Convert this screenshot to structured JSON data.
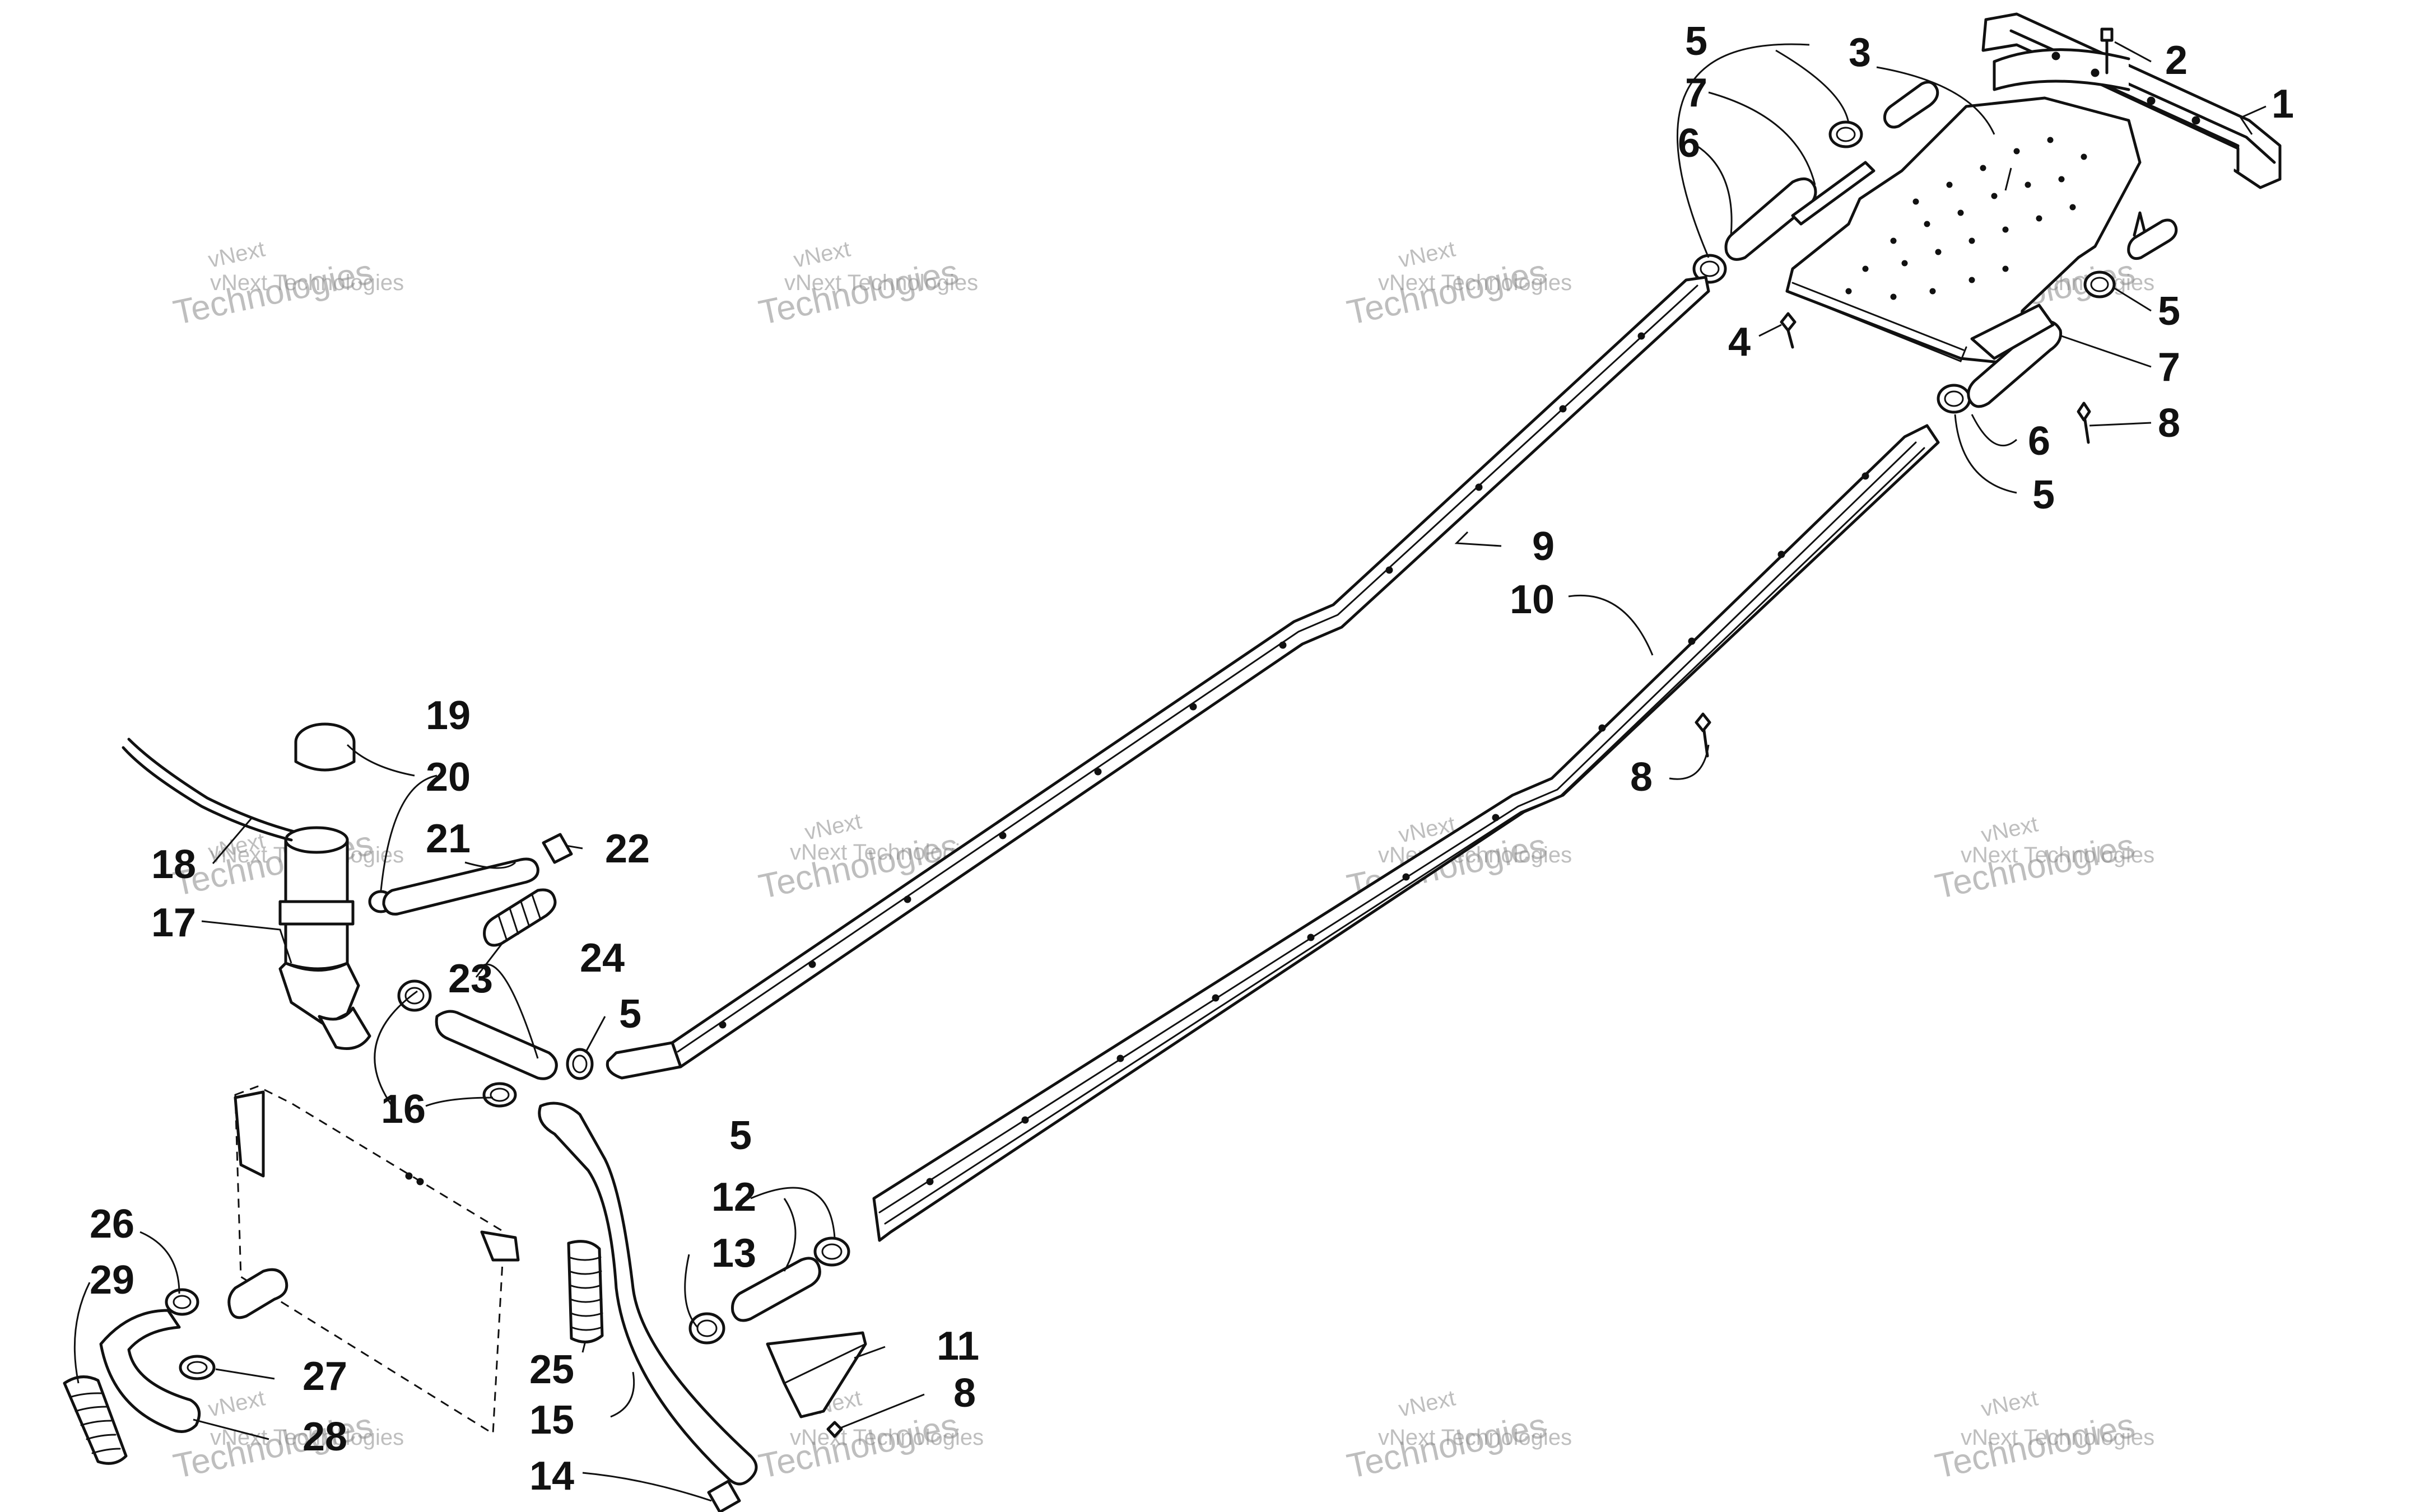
{
  "watermark": {
    "line1": "vNext Technologies",
    "line2": "Technologies",
    "brand": "vNext"
  },
  "callouts": [
    {
      "id": "c1",
      "text": "1"
    },
    {
      "id": "c2",
      "text": "2"
    },
    {
      "id": "c3",
      "text": "3"
    },
    {
      "id": "c4",
      "text": "4"
    },
    {
      "id": "c5a",
      "text": "5"
    },
    {
      "id": "c5b",
      "text": "5"
    },
    {
      "id": "c5c",
      "text": "5"
    },
    {
      "id": "c5d",
      "text": "5"
    },
    {
      "id": "c5e",
      "text": "5"
    },
    {
      "id": "c6a",
      "text": "6"
    },
    {
      "id": "c6b",
      "text": "6"
    },
    {
      "id": "c7a",
      "text": "7"
    },
    {
      "id": "c7b",
      "text": "7"
    },
    {
      "id": "c8a",
      "text": "8"
    },
    {
      "id": "c8b",
      "text": "8"
    },
    {
      "id": "c8c",
      "text": "8"
    },
    {
      "id": "c9",
      "text": "9"
    },
    {
      "id": "c10",
      "text": "10"
    },
    {
      "id": "c11",
      "text": "11"
    },
    {
      "id": "c12",
      "text": "12"
    },
    {
      "id": "c13",
      "text": "13"
    },
    {
      "id": "c14",
      "text": "14"
    },
    {
      "id": "c15",
      "text": "15"
    },
    {
      "id": "c16",
      "text": "16"
    },
    {
      "id": "c17",
      "text": "17"
    },
    {
      "id": "c18",
      "text": "18"
    },
    {
      "id": "c19",
      "text": "19"
    },
    {
      "id": "c20",
      "text": "20"
    },
    {
      "id": "c21",
      "text": "21"
    },
    {
      "id": "c22",
      "text": "22"
    },
    {
      "id": "c23",
      "text": "23"
    },
    {
      "id": "c24",
      "text": "24"
    },
    {
      "id": "c25",
      "text": "25"
    },
    {
      "id": "c26",
      "text": "26"
    },
    {
      "id": "c27",
      "text": "27"
    },
    {
      "id": "c28",
      "text": "28"
    },
    {
      "id": "c29",
      "text": "29"
    }
  ]
}
